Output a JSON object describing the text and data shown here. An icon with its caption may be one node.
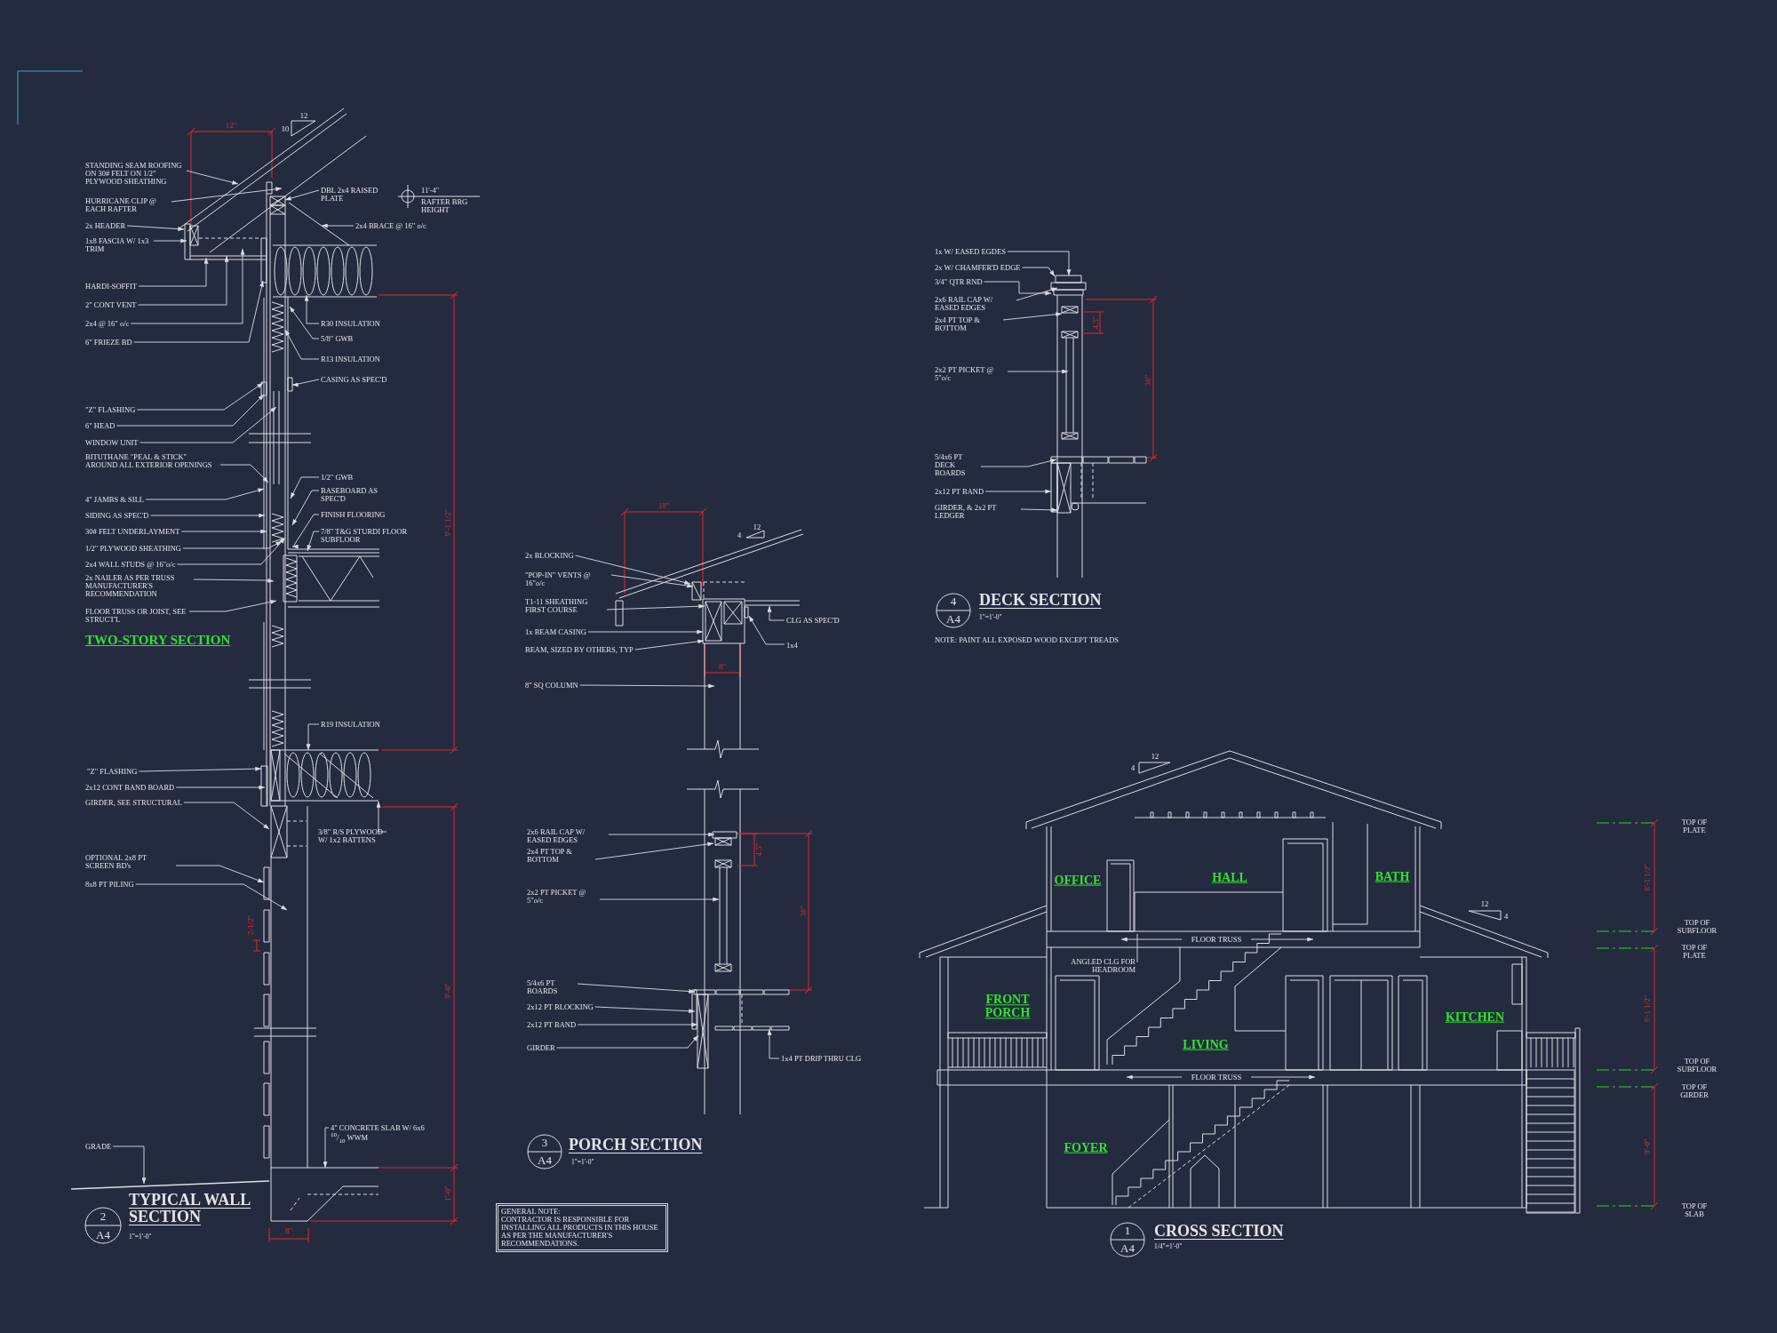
{
  "diagram": {
    "nodes": [
      {
        "text": [
          "STANDING SEAM ROOFING ON 30# FELT ON 1/2\" PLYWOOD SHEATHING"
        ]
      },
      {
        "text": [
          "HURRICANE CLIP @ EACH RAFTER"
        ]
      },
      {
        "text": [
          "2x HEADER"
        ]
      },
      {
        "text": [
          "1x8 FASCIA W/ 1x3 TRIM"
        ]
      },
      {
        "text": [
          "HARDI-SOFFIT"
        ]
      },
      {
        "text": [
          "2\" CONT VENT"
        ]
      },
      {
        "text": [
          "2x4 @ 16\" o/c"
        ]
      },
      {
        "text": [
          "6\" FRIEZE BD"
        ]
      },
      {
        "text": [
          "\"Z\" FLASHING"
        ]
      },
      {
        "text": [
          "6\" HEAD"
        ]
      },
      {
        "text": [
          "WINDOW UNIT"
        ]
      },
      {
        "text": [
          "BITUTHANE \"PEAL & STICK\" AROUND ALL EXTERIOR OPENINGS"
        ]
      },
      {
        "text": [
          "4\" JAMBS & SILL"
        ]
      },
      {
        "text": [
          "SIDING AS SPEC'D"
        ]
      },
      {
        "text": [
          "30# FELT UNDERLAYMENT"
        ]
      },
      {
        "text": [
          "1/2\" PLYWOOD SHEATHING"
        ]
      },
      {
        "text": [
          "2x4 WALL STUDS @ 16\"o/c"
        ]
      },
      {
        "text": [
          "2x NAILER AS PER TRUSS MANUFACTURER'S RECOMMENDATION"
        ]
      },
      {
        "text": [
          "FLOOR TRUSS OR JOIST, SEE STRUCT'L"
        ]
      },
      {
        "text": [
          "DBL 2x4 RAISED PLATE"
        ]
      },
      {
        "text": [
          "2x4 BRACE @ 16\" o/c"
        ]
      },
      {
        "text": [
          "R30 INSULATION"
        ]
      },
      {
        "text": [
          "5/8\" GWB"
        ]
      },
      {
        "text": [
          "R13 INSULATION"
        ]
      },
      {
        "text": [
          "CASING AS SPEC'D"
        ]
      },
      {
        "text": [
          "1/2\" GWB"
        ]
      },
      {
        "text": [
          "BASEBOARD AS SPEC'D"
        ]
      },
      {
        "text": [
          "FINISH FLOORING"
        ]
      },
      {
        "text": [
          "7/8\" T&G STURDI FLOOR SUBFLOOR"
        ]
      },
      {
        "text": [
          "R19 INSULATION"
        ]
      },
      {
        "text": [
          "\"Z\" FLASHING"
        ]
      },
      {
        "text": [
          "2x12 CONT BAND BOARD"
        ]
      },
      {
        "text": [
          "GIRDER, SEE STRUCTURAL"
        ]
      },
      {
        "text": [
          "3/8\" R/S PLYWOOD W/ 1x2 BATTENS"
        ]
      },
      {
        "text": [
          "OPTIONAL 2x8 PT SCREEN BD's"
        ]
      },
      {
        "text": [
          "8x8 PT PILING"
        ]
      },
      {
        "text": [
          "4\" CONCRETE SLAB W/ 6x6 $^{10}$/$_{10}$ WWM"
        ]
      },
      {
        "text": [
          "GRADE"
        ]
      },
      {
        "text": [
          "2x BLOCKING"
        ]
      },
      {
        "text": [
          "\"POP-IN\" VENTS @ 16\"o/c"
        ]
      },
      {
        "text": [
          "T1-11 SHEATHING FIRST COURSE"
        ]
      },
      {
        "text": [
          "1x BEAM CASING"
        ]
      },
      {
        "text": [
          "BEAM, SIZED BY OTHERS, TYP"
        ]
      },
      {
        "text": [
          "8\" SQ COLUMN"
        ]
      },
      {
        "text": [
          "CLG AS SPEC'D"
        ]
      },
      {
        "text": [
          "1x4"
        ]
      },
      {
        "text": [
          "2x6 RAIL CAP W/ EASED EDGES"
        ]
      },
      {
        "text": [
          "2x4 PT TOP & BOTTOM"
        ]
      },
      {
        "text": [
          "2x2 PT PICKET @ 5\"o/c"
        ]
      },
      {
        "text": [
          "5/4x6 PT BOARDS"
        ]
      },
      {
        "text": [
          "2x12 PT BLOCKING"
        ]
      },
      {
        "text": [
          "2x12 PT BAND"
        ]
      },
      {
        "text": [
          "GIRDER"
        ]
      },
      {
        "text": [
          "1x4 PT DRIP THRU CLG"
        ]
      },
      {
        "text": [
          "GENERAL NOTE:",
          "CONTRACTOR IS RESPONSIBLE FOR INSTALLING ALL PRODUCTS IN THIS HOUSE AS PER THE MANUFACTURER'S RECOMMENDATIONS."
        ]
      },
      {
        "text": [
          "1x W/ EASED EGDES"
        ]
      },
      {
        "text": [
          "2x W/ CHAMFER'D EDGE"
        ]
      },
      {
        "text": [
          "3/4\" QTR RND"
        ]
      },
      {
        "text": [
          "2x6 RAIL CAP W/ EASED EDGES"
        ]
      },
      {
        "text": [
          "2x4 PT TOP & BOTTOM"
        ]
      },
      {
        "text": [
          "2x2 PT PICKET @ 5\"o/c"
        ]
      },
      {
        "text": [
          "5/4x6 PT DECK BOARDS"
        ]
      },
      {
        "text": [
          "2x12 PT BAND"
        ]
      },
      {
        "text": [
          "GIRDER, & 2x2 PT LEDGER"
        ]
      },
      {
        "text": [
          "ANGLED CLG FOR HEADROOM"
        ]
      },
      {
        "text": [],
        "shape": "picture"
      },
      {
        "text": [],
        "shape": "picture"
      },
      {
        "text": [],
        "shape": "picture"
      },
      {
        "text": [],
        "shape": "picture"
      },
      {
        "text": [],
        "shape": "picture"
      },
      {
        "text": [],
        "shape": "picture"
      },
      {
        "text": [],
        "shape": "picture"
      },
      {
        "text": [],
        "shape": "line"
      },
      {
        "text": [],
        "shape": "picture"
      },
      {
        "text": [],
        "shape": "picture"
      },
      {
        "text": [],
        "shape": "picture"
      },
      {
        "text": [],
        "shape": "picture"
      },
      {
        "text": [],
        "shape": "picture"
      },
      {
        "text": [],
        "shape": "picture"
      },
      {
        "text": [],
        "shape": "picture"
      },
      {
        "text": [],
        "shape": "picture"
      }
    ],
    "edges": [
      {
        "from": 0,
        "to": 65,
        "arrow": "to"
      },
      {
        "from": 1,
        "to": 65,
        "arrow": "to"
      },
      {
        "from": 2,
        "to": 65,
        "arrow": "to"
      },
      {
        "from": 3,
        "to": 65,
        "arrow": "to"
      },
      {
        "from": 4,
        "to": 65,
        "arrow": "to"
      },
      {
        "from": 5,
        "to": 65,
        "arrow": "to"
      },
      {
        "from": 6,
        "to": 65,
        "arrow": "to"
      },
      {
        "from": 7,
        "to": 65,
        "arrow": "to"
      },
      {
        "from": 8,
        "to": 67,
        "arrow": "to"
      },
      {
        "from": 9,
        "to": 67,
        "arrow": "to"
      },
      {
        "from": 10,
        "to": 67,
        "arrow": "to"
      },
      {
        "from": 11,
        "to": 67,
        "arrow": "to"
      },
      {
        "from": 12,
        "to": 67,
        "arrow": "to"
      },
      {
        "from": 13,
        "to": 67,
        "arrow": "to"
      },
      {
        "from": 14,
        "to": 67,
        "arrow": "to"
      },
      {
        "from": 15,
        "to": 67,
        "arrow": "to"
      },
      {
        "from": 16,
        "to": 67,
        "arrow": "to"
      },
      {
        "from": 17,
        "to": 68,
        "arrow": "to"
      },
      {
        "from": 18,
        "to": 68,
        "arrow": "to"
      },
      {
        "from": 19,
        "to": 66,
        "arrow": "to"
      },
      {
        "from": 20,
        "to": 66,
        "arrow": "to"
      },
      {
        "from": 21,
        "to": 66,
        "arrow": "to"
      },
      {
        "from": 22,
        "to": 67,
        "arrow": "to"
      },
      {
        "from": 23,
        "to": 67,
        "arrow": "to"
      },
      {
        "from": 24,
        "to": 67,
        "arrow": "to"
      },
      {
        "from": 25,
        "to": 67,
        "arrow": "to"
      },
      {
        "from": 26,
        "to": 67,
        "arrow": "to"
      },
      {
        "from": 27,
        "to": 67,
        "arrow": "to"
      },
      {
        "from": 28,
        "to": 68,
        "arrow": "to"
      },
      {
        "from": 29,
        "to": 69,
        "arrow": "to"
      },
      {
        "from": 30,
        "to": 69,
        "arrow": "to"
      },
      {
        "from": 31,
        "to": 69,
        "arrow": "to"
      },
      {
        "from": 32,
        "to": 70,
        "arrow": "to"
      },
      {
        "from": 33,
        "to": 69,
        "arrow": "to"
      },
      {
        "from": 34,
        "to": 70,
        "arrow": "to"
      },
      {
        "from": 35,
        "to": 70,
        "arrow": "to"
      },
      {
        "from": 36,
        "to": 71,
        "arrow": "to"
      },
      {
        "from": 37,
        "to": 72,
        "arrow": "to"
      },
      {
        "from": 38,
        "to": 73,
        "arrow": "to"
      },
      {
        "from": 39,
        "to": 73,
        "arrow": "to"
      },
      {
        "from": 40,
        "to": 74,
        "arrow": "to"
      },
      {
        "from": 41,
        "to": 74,
        "arrow": "to"
      },
      {
        "from": 42,
        "to": 74,
        "arrow": "to"
      },
      {
        "from": 43,
        "to": 75,
        "arrow": "to"
      },
      {
        "from": 44,
        "to": 74,
        "arrow": "to"
      },
      {
        "from": 45,
        "to": 74,
        "arrow": "to"
      },
      {
        "from": 46,
        "to": 76,
        "arrow": "to"
      },
      {
        "from": 47,
        "to": 76,
        "arrow": "to"
      },
      {
        "from": 48,
        "to": 76,
        "arrow": "to"
      },
      {
        "from": 49,
        "to": 77,
        "arrow": "to"
      },
      {
        "from": 50,
        "to": 77,
        "arrow": "to"
      },
      {
        "from": 51,
        "to": 77,
        "arrow": "to"
      },
      {
        "from": 52,
        "to": 77,
        "arrow": "to"
      },
      {
        "from": 53,
        "to": 77,
        "arrow": "to"
      },
      {
        "from": 55,
        "to": 78,
        "arrow": "to"
      },
      {
        "from": 56,
        "to": 78,
        "arrow": "to"
      },
      {
        "from": 57,
        "to": 78,
        "arrow": "to"
      },
      {
        "from": 58,
        "to": 78,
        "arrow": "to"
      },
      {
        "from": 59,
        "to": 79,
        "arrow": "to"
      },
      {
        "from": 60,
        "to": 79,
        "arrow": "to"
      },
      {
        "from": 61,
        "to": 80,
        "arrow": "to"
      },
      {
        "from": 62,
        "to": 80,
        "arrow": "to"
      },
      {
        "from": 63,
        "to": 80,
        "arrow": "to"
      },
      {
        "from": 64,
        "to": null,
        "arrow": "none"
      }
    ],
    "labels": [
      "12\"",
      "12",
      "10",
      "11'-4\"",
      "RAFTER BRG HEIGHT",
      "9'-1 1/2\"",
      "TWO-STORY SECTION",
      "2-1/2\"",
      "9'-0\"",
      "1'-0\"",
      "TYPICAL WALL SECTION",
      "2",
      "A4",
      "1\"=1'-0\"",
      "8\"",
      "18\"",
      "4",
      "12",
      "8\"",
      "4.5\"",
      "36\"",
      "PORCH SECTION",
      "3",
      "A4",
      "1\"=1'-0\"",
      "4.5\"",
      "36\"",
      "DECK SECTION",
      "4",
      "A4",
      "1\"=1'-0\"",
      "NOTE: PAINT ALL EXPOSED WOOD EXCEPT TREADS",
      "4",
      "12",
      "OFFICE",
      "HALL",
      "BATH",
      "12",
      "4",
      "FLOOR TRUSS",
      "FRONT PORCH",
      "LIVING",
      "KITCHEN",
      "FLOOR TRUSS",
      "FOYER",
      "TOP OF PLATE",
      "8'-1 1/2\"",
      "TOP OF SUBFLOOR",
      "TOP OF PLATE",
      "9'-1 1/2\"",
      "TOP OF SUBFLOOR",
      "TOP OF GIRDER",
      "9'-0\"",
      "TOP OF SLAB",
      "1",
      "A4",
      "CROSS SECTION",
      "1/4\"=1'-0\""
    ]
  }
}
